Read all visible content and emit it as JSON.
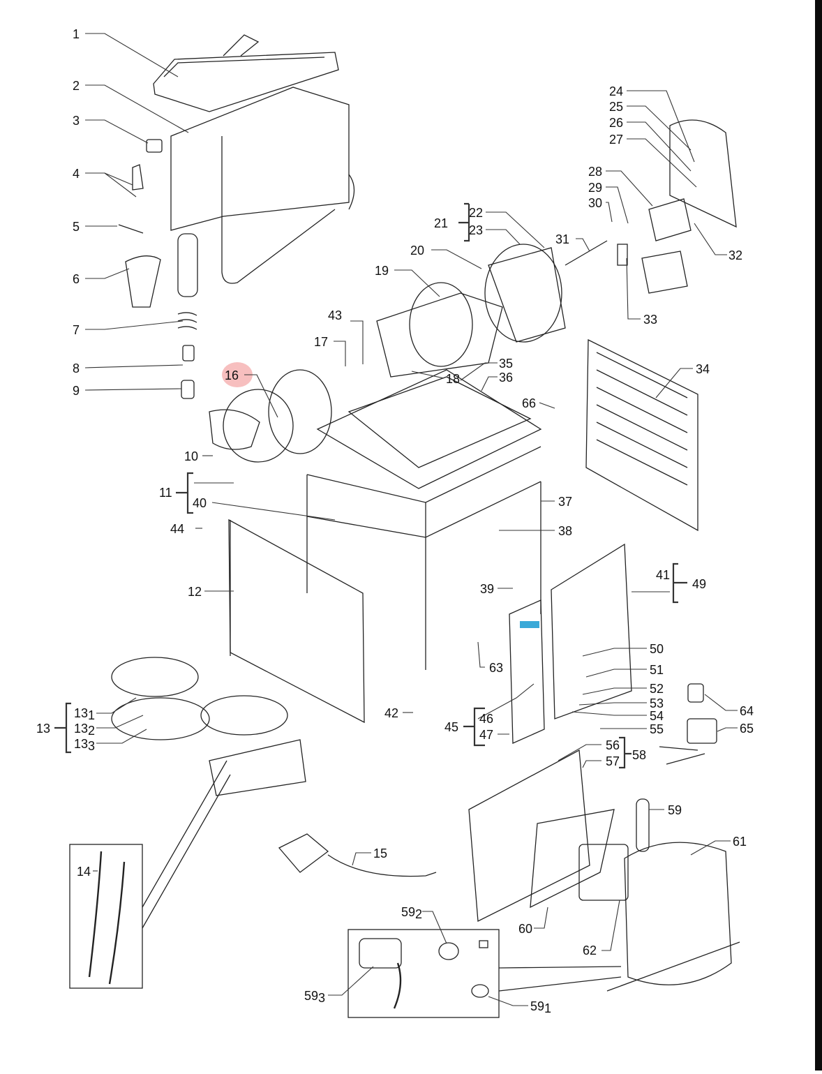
{
  "labels": {
    "p1": "1",
    "p2": "2",
    "p3": "3",
    "p4": "4",
    "p5": "5",
    "p6": "6",
    "p7": "7",
    "p8": "8",
    "p9": "9",
    "p10": "10",
    "p11": "11",
    "p12": "12",
    "p13": "13",
    "p13_1": "13",
    "p13_1_sub": "1",
    "p13_2": "13",
    "p13_2_sub": "2",
    "p13_3": "13",
    "p13_3_sub": "3",
    "p14": "14",
    "p15": "15",
    "p16": "16",
    "p17": "17",
    "p18": "18",
    "p19": "19",
    "p20": "20",
    "p21": "21",
    "p22": "22",
    "p23": "23",
    "p24": "24",
    "p25": "25",
    "p26": "26",
    "p27": "27",
    "p28": "28",
    "p29": "29",
    "p30": "30",
    "p31": "31",
    "p32": "32",
    "p33": "33",
    "p34": "34",
    "p35": "35",
    "p36": "36",
    "p37": "37",
    "p38": "38",
    "p39": "39",
    "p40": "40",
    "p41": "41",
    "p42": "42",
    "p43": "43",
    "p44": "44",
    "p45": "45",
    "p46": "46",
    "p47": "47",
    "p49": "49",
    "p50": "50",
    "p51": "51",
    "p52": "52",
    "p53": "53",
    "p54": "54",
    "p55": "55",
    "p56": "56",
    "p57": "57",
    "p58": "58",
    "p59": "59",
    "p59_1": "59",
    "p59_1_sub": "1",
    "p59_2": "59",
    "p59_2_sub": "2",
    "p59_3": "59",
    "p59_3_sub": "3",
    "p60": "60",
    "p61": "61",
    "p62": "62",
    "p63": "63",
    "p64": "64",
    "p65": "65",
    "p66": "66"
  },
  "colors": {
    "line": "#222222",
    "highlight": "#f08a8a",
    "panel_label_stripe": "#3aa9d8",
    "right_bar": "#0b0b0b"
  }
}
